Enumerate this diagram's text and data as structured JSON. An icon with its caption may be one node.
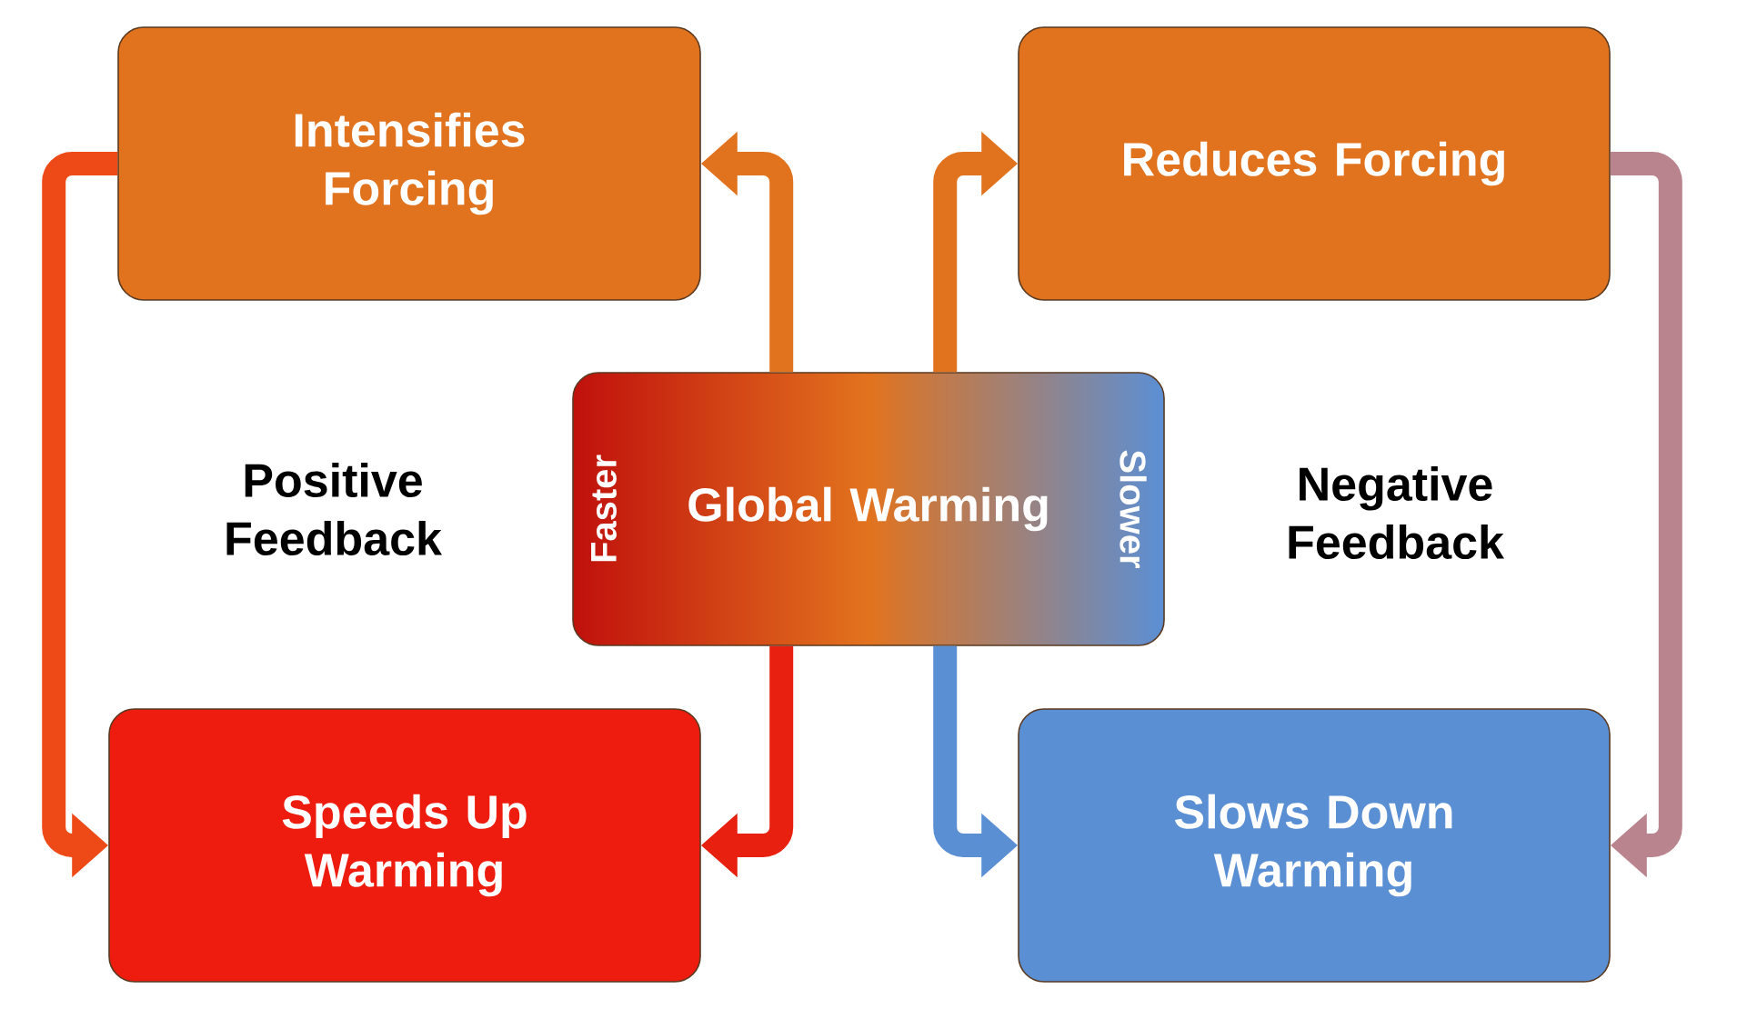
{
  "diagram": {
    "nodes": [
      {
        "text": [
          "Intensifies Forcing"
        ]
      },
      {
        "text": [
          "Reduces Forcing"
        ]
      },
      {
        "text": [
          "Faster",
          "Global Warming",
          "Slower"
        ]
      },
      {
        "text": [
          "Speeds Up Warming"
        ]
      },
      {
        "text": [
          "Slows Down Warming"
        ]
      }
    ],
    "edges": [
      {
        "from": 2,
        "to": 0,
        "arrow": "to",
        "color": "#e2731e"
      },
      {
        "from": 0,
        "to": 3,
        "arrow": "to",
        "color": "#ee4a18"
      },
      {
        "from": 2,
        "to": 3,
        "arrow": "to",
        "color": "#e8200f"
      },
      {
        "from": 2,
        "to": 1,
        "arrow": "to",
        "color": "#e2731e"
      },
      {
        "from": 1,
        "to": 4,
        "arrow": "to",
        "color": "#b9848e"
      },
      {
        "from": 2,
        "to": 4,
        "arrow": "to",
        "color": "#5b8fd4"
      }
    ],
    "labels": [
      "Positive Feedback",
      "Negative Feedback"
    ]
  }
}
